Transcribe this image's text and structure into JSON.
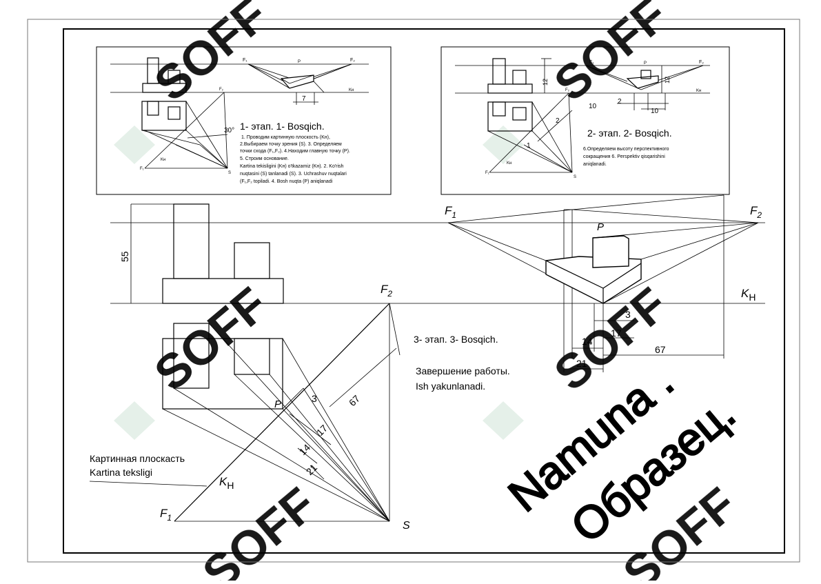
{
  "watermark": {
    "text": "SOFF",
    "color": "#2e8b57"
  },
  "stamp": {
    "line1": "Namuna .",
    "line2": "Образец."
  },
  "panel1": {
    "title": "1- этап. 1- Bosqich.",
    "notes": [
      "1. Проводим картинную плоскость (Kн),",
      "2.Выбираем точку зрения (S). 3. Определяем",
      "точки схода (F₁,F₂). 4.Находим главную точку (P).",
      "5. Строим основание.",
      " Kartina tekisligini (Kн) o'tkazamiz (Kн). 2. Ko'rish",
      "nuqtasini (S) tanlanadi (S). 3. Uchrashuv nuqtalari",
      "(F₁,F₂ topiladi. 4. Bosh nuqta (P) aniqlanadi"
    ],
    "angle": "30°",
    "dim7": "7",
    "lbl_f1": "F₁",
    "lbl_f2": "F₂",
    "lbl_kh": "Kн",
    "lbl_s": "S",
    "lbl_p": "P"
  },
  "panel2": {
    "title": "2- этап. 2- Bosqich.",
    "notes": [
      "6.Определяем высоту перспективного",
      "сокращения  6. Perspektiv qisqarishini",
      "aniqlanadi."
    ],
    "dims": [
      "12",
      "12",
      "2",
      "10",
      "10",
      "2",
      "1"
    ],
    "lbl_f1": "F₁",
    "lbl_f2": "F₂",
    "lbl_kh": "Kн",
    "lbl_s": "S",
    "lbl_p": "P"
  },
  "main": {
    "dim55": "55",
    "dims_right": {
      "d3": "3",
      "d14": "14",
      "d17": "17",
      "d21": "21",
      "d67": "67"
    },
    "dims_plan": {
      "d3": "3",
      "d67": "67",
      "d17": "17",
      "d14": "14",
      "d21": "21"
    },
    "stage3": "3- этап. 3- Bosqich.",
    "finish_ru": "Завершение работы.",
    "finish_uz": "Ish yakunlanadi.",
    "plane_ru": "Картинная плоскасть",
    "plane_uz": "Kartina teksligi",
    "labels": {
      "f": "F",
      "sub1": "1",
      "sub2": "2",
      "k": "K",
      "subh": "H",
      "p": "P",
      "s": "S"
    }
  }
}
